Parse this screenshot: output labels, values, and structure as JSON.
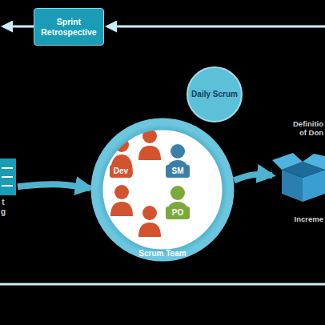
{
  "diagram": {
    "nodes": [
      {
        "text": [
          "Sprint Retrospective"
        ]
      },
      {
        "text": [
          "Daily Scrum"
        ]
      },
      {
        "text": [
          "t g"
        ]
      },
      {
        "text": [
          "Scrum Team"
        ]
      },
      {
        "text": [
          "Dev"
        ],
        "in": 3
      },
      {
        "text": [
          "SM"
        ],
        "in": 3
      },
      {
        "text": [
          "PO"
        ],
        "in": 3
      },
      {
        "text": [
          "Definitio of Don",
          "Increme"
        ]
      }
    ],
    "edges": [
      {
        "from": 2,
        "to": 3,
        "arrow": "to"
      },
      {
        "from": 3,
        "to": 7,
        "arrow": "to"
      }
    ]
  }
}
